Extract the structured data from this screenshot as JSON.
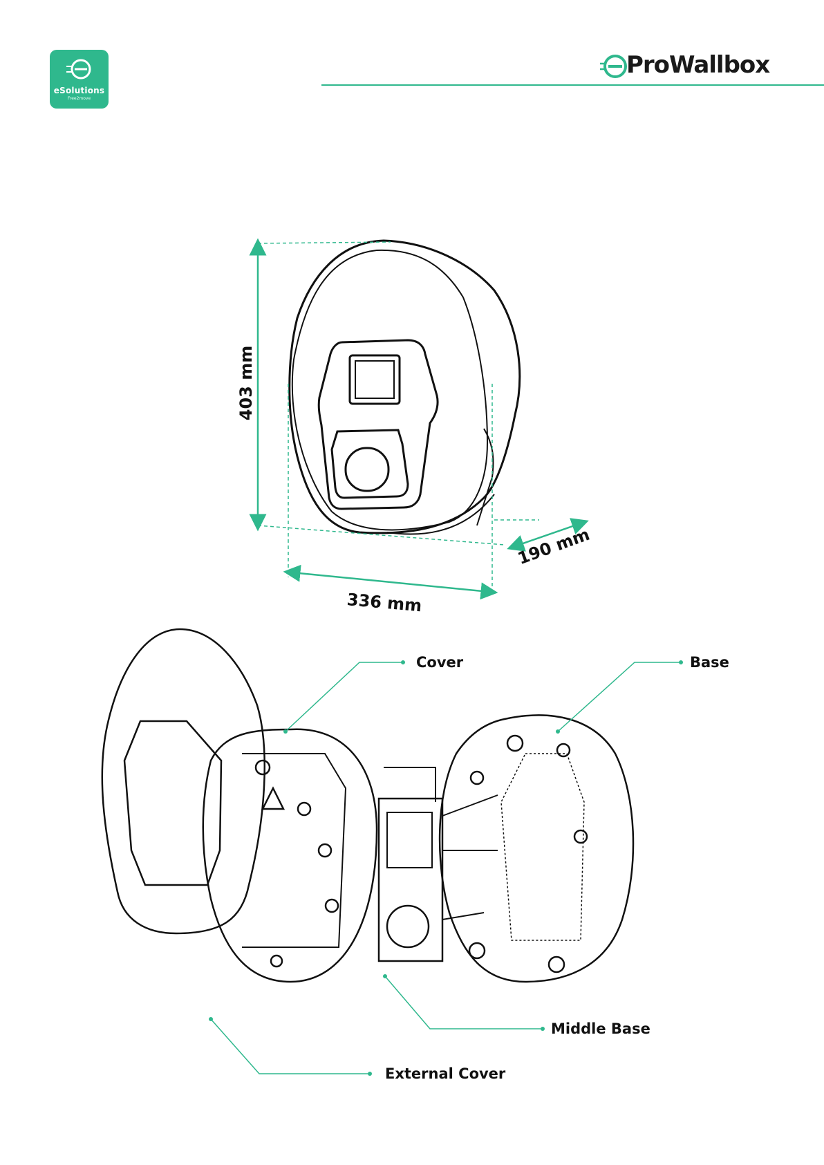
{
  "header": {
    "brand_name": "eSolutions",
    "brand_sub": "Free2move",
    "product_name": "ProWallbox",
    "accent_color": "#2fb88d"
  },
  "dimensions": {
    "height": "403 mm",
    "depth": "190 mm",
    "width": "336 mm"
  },
  "parts": {
    "cover": "Cover",
    "base": "Base",
    "middle_base": "Middle Base",
    "external_cover": "External Cover"
  }
}
